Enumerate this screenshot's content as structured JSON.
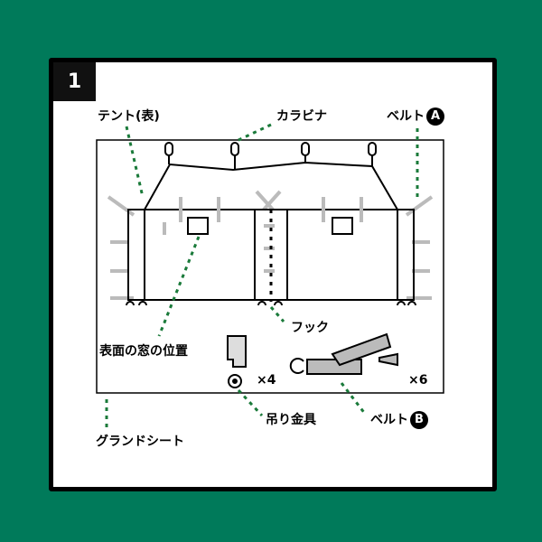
{
  "step": "1",
  "labels": {
    "tent_front": "テント(表)",
    "carabiner": "カラビナ",
    "belt_a_text": "ベルト",
    "belt_a_mark": "A",
    "hook": "フック",
    "window_position": "表面の窓の位置",
    "hanging_fitting": "吊り金具",
    "hanging_count": "×4",
    "belt_count": "×6",
    "belt_b_text": "ベルト",
    "belt_b_mark": "B",
    "ground_sheet": "グランドシート"
  },
  "colors": {
    "background": "#007a5a",
    "leader": "#1a7a3a",
    "belt_gray": "#bbbbbb"
  }
}
